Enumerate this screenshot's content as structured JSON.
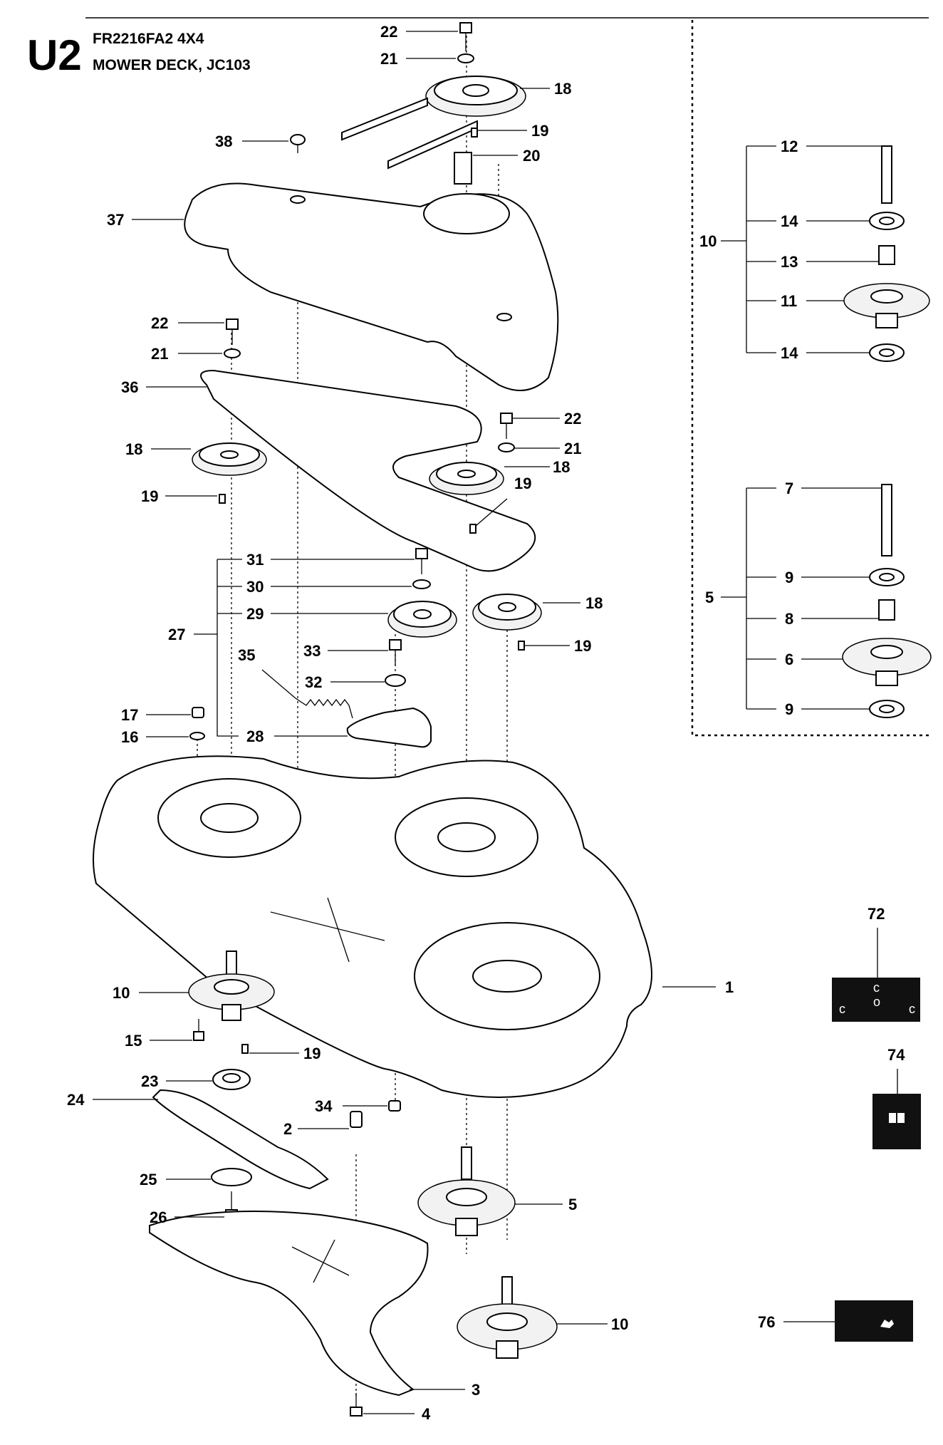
{
  "header": {
    "code": "U2",
    "model": "FR2216FA2 4X4",
    "title": "MOWER DECK, JC103"
  },
  "labels": {
    "p22a": "22",
    "p21a": "21",
    "p18a": "18",
    "p19a": "19",
    "p20": "20",
    "p38": "38",
    "p37": "37",
    "p22b": "22",
    "p21b": "21",
    "p36": "36",
    "p22c": "22",
    "p21c": "21",
    "p18b": "18",
    "p18c": "18",
    "p19b": "19",
    "p19c": "19",
    "p31": "31",
    "p30": "30",
    "p29": "29",
    "p27": "27",
    "p18d": "18",
    "p19d": "19",
    "p33": "33",
    "p35": "35",
    "p32": "32",
    "p17": "17",
    "p16": "16",
    "p28": "28",
    "p1": "1",
    "p10a": "10",
    "p15": "15",
    "p19e": "19",
    "p23": "23",
    "p24": "24",
    "p34": "34",
    "p2": "2",
    "p25": "25",
    "p26": "26",
    "p5": "5",
    "p10b": "10",
    "p3": "3",
    "p4": "4",
    "k10": "10",
    "k12": "12",
    "k14a": "14",
    "k13": "13",
    "k11": "11",
    "k14b": "14",
    "k5": "5",
    "k7": "7",
    "k9a": "9",
    "k8": "8",
    "k6": "6",
    "k9b": "9",
    "a72": "72",
    "a74": "74",
    "a76": "76"
  }
}
